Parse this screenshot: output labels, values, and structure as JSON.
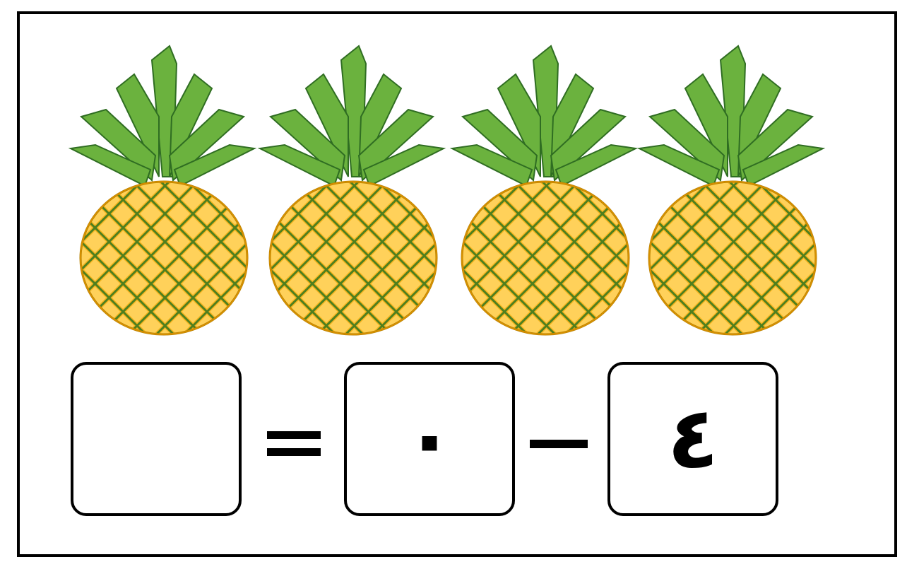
{
  "worksheet": {
    "fruit": {
      "name": "pineapple",
      "count": 4
    },
    "equation": {
      "answer_value": "",
      "first_number": "٤",
      "operator": "minus",
      "second_number": "٠",
      "equals": "equals"
    },
    "colors": {
      "border": "#000000",
      "leaf_dark": "#3f8f2a",
      "leaf_light": "#8cc760",
      "fruit_body": "#f6b51e",
      "fruit_highlight": "#ffd95a",
      "fruit_lines": "#4f7f1e"
    }
  }
}
